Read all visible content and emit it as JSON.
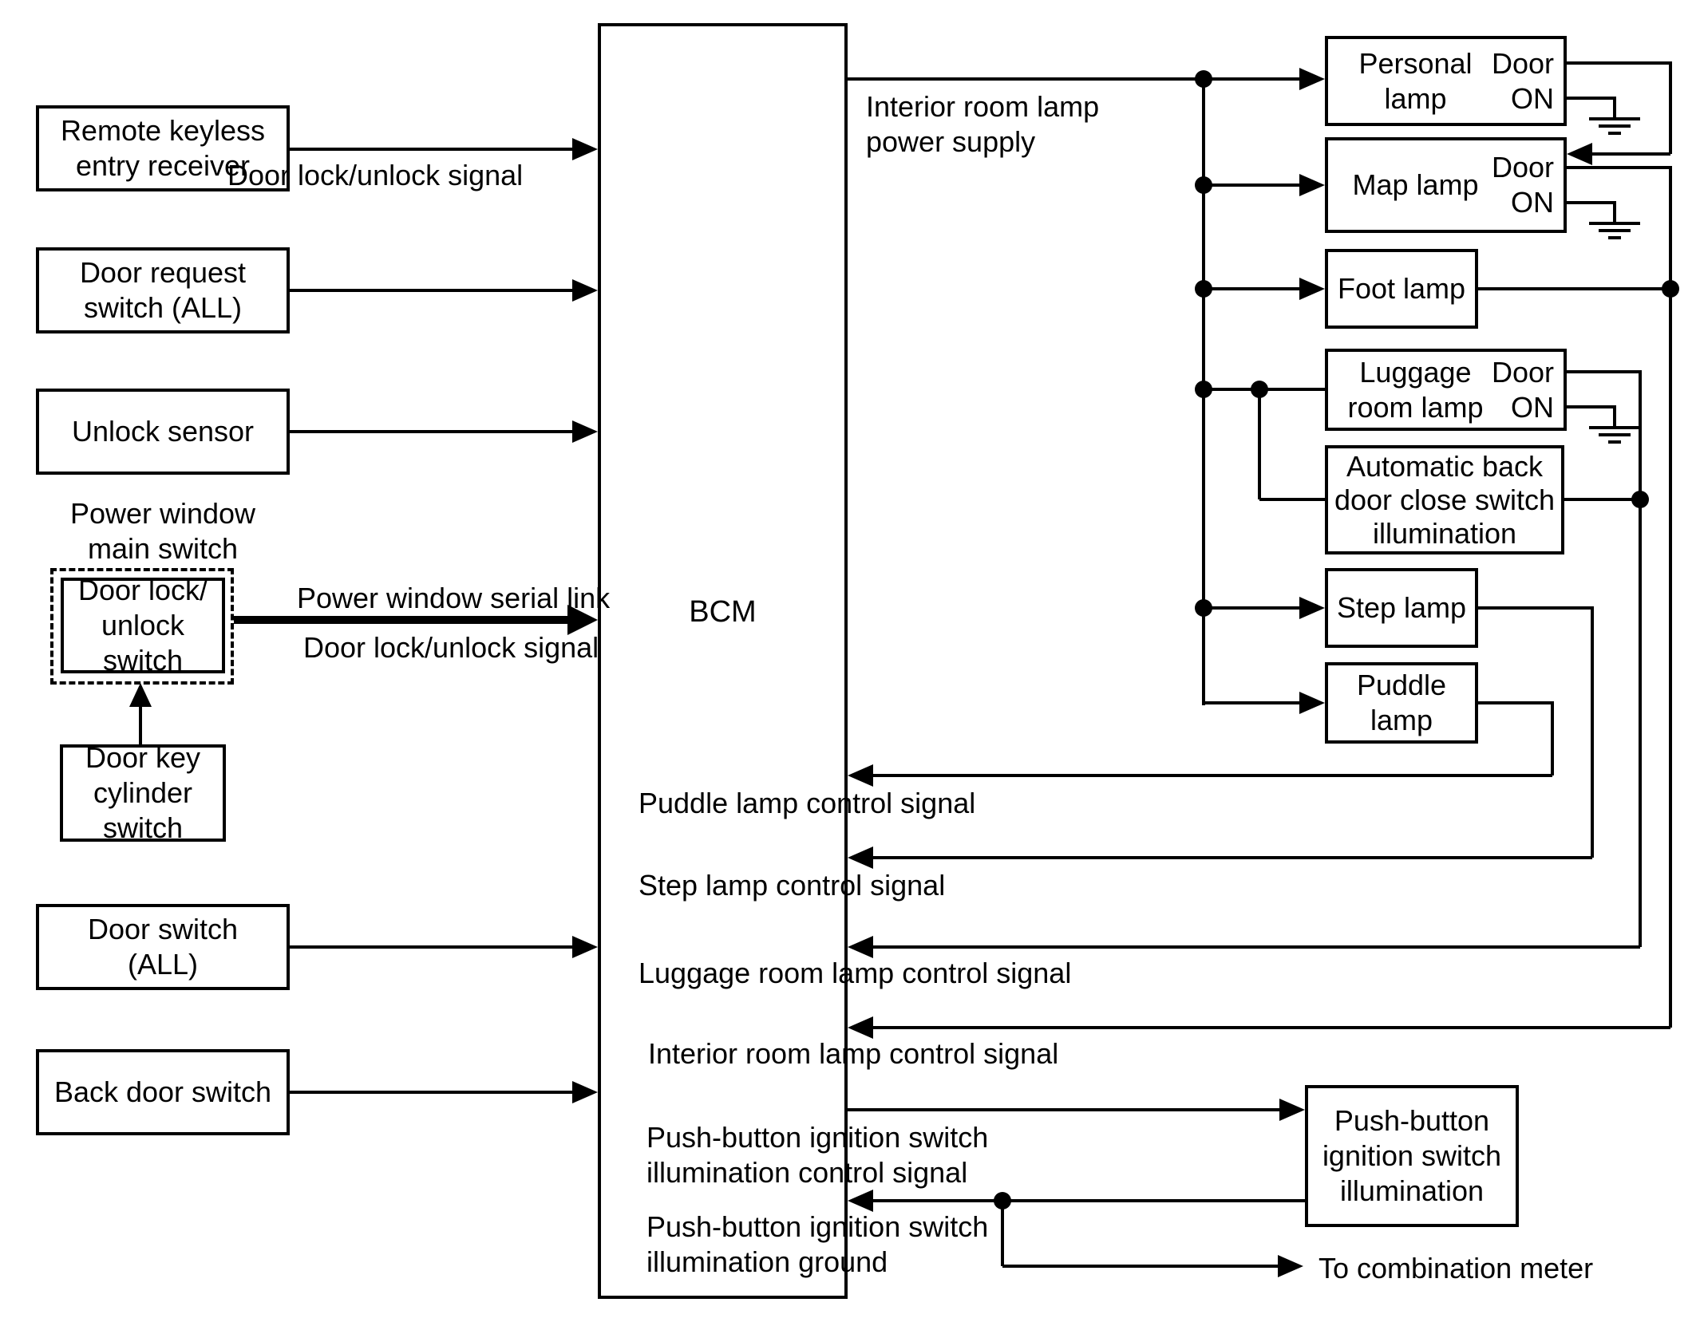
{
  "diagram": {
    "left": {
      "remote_keyless": "Remote keyless\nentry receiver",
      "door_request": "Door request\nswitch (ALL)",
      "unlock_sensor": "Unlock sensor",
      "power_window_main_switch": "Power window\nmain switch",
      "door_lock_unlock_switch": "Door lock/\nunlock switch",
      "door_key_cylinder": "Door key\ncylinder\nswitch",
      "door_switch_all": "Door switch\n(ALL)",
      "back_door_switch": "Back door switch"
    },
    "bcm": "BCM",
    "right": {
      "personal_lamp": "Personal lamp",
      "map_lamp": "Map lamp",
      "foot_lamp": "Foot lamp",
      "luggage_room_lamp": "Luggage\nroom lamp",
      "auto_back_door_close": "Automatic back\ndoor close switch\nillumination",
      "step_lamp": "Step lamp",
      "puddle_lamp": "Puddle lamp",
      "push_button_ignition": "Push-button\nignition switch\nillumination",
      "door_on": "Door\nON"
    },
    "signals": {
      "door_lock_unlock": "Door lock/unlock signal",
      "power_window_serial_link": "Power window serial link",
      "interior_power_supply": "Interior room lamp\npower supply",
      "puddle_ctl": "Puddle lamp control signal",
      "step_ctl": "Step lamp control signal",
      "luggage_ctl": "Luggage room lamp control signal",
      "interior_ctl": "Interior room lamp control signal",
      "pb_ctl": "Push-button ignition switch\nillumination control signal",
      "pb_gnd": "Push-button ignition switch\nillumination ground",
      "to_combination_meter": "To combination meter"
    },
    "colors": {
      "line": "#000000",
      "background": "#ffffff"
    }
  }
}
